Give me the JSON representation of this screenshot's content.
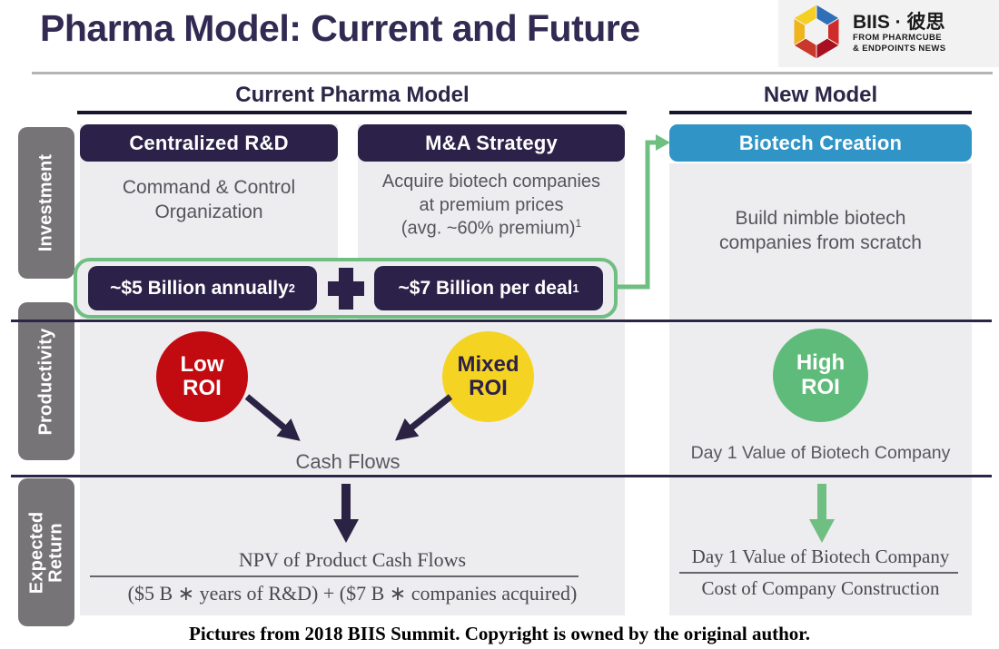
{
  "page": {
    "title": "Pharma Model: Current and Future",
    "caption": "Pictures from 2018 BIIS Summit. Copyright is owned by the original author."
  },
  "logo": {
    "name": "BIIS · 彼思",
    "subline1": "FROM PHARMCUBE",
    "subline2": "& ENDPOINTS NEWS"
  },
  "sections": {
    "current": "Current Pharma Model",
    "new": "New Model"
  },
  "side_labels": {
    "investment": "Investment",
    "productivity": "Productivity",
    "expected_return": "Expected\nReturn"
  },
  "investment": {
    "centralized_header": "Centralized R&D",
    "centralized_body": "Command & Control\nOrganization",
    "ma_header": "M&A Strategy",
    "ma_body": "Acquire biotech companies\nat premium prices\n(avg. ~60% premium)",
    "ma_body_sup": "1",
    "biotech_header": "Biotech Creation",
    "biotech_body": "Build nimble biotech\ncompanies from scratch",
    "pill_annual": "~$5 Billion annually",
    "pill_annual_sup": "2",
    "pill_deal": "~$7 Billion per deal",
    "pill_deal_sup": "1"
  },
  "productivity": {
    "low_roi": "Low\nROI",
    "mixed_roi": "Mixed\nROI",
    "high_roi": "High\nROI",
    "cash_flows": "Cash Flows",
    "day1_value": "Day 1 Value of Biotech Company"
  },
  "expected_return": {
    "npv_numerator": "NPV of Product Cash Flows",
    "npv_denominator": "($5 B ∗ years of R&D) + ($7 B ∗ companies acquired)",
    "day1_numerator": "Day 1 Value of Biotech Company",
    "day1_denominator": "Cost of Company Construction"
  },
  "colors": {
    "dark_purple": "#2c2148",
    "header_blue": "#3095c6",
    "arrow_green": "#70bf82",
    "roi_red": "#c20a11",
    "roi_yellow": "#f5d322",
    "roi_green": "#5fbb7a",
    "sidebar_gray": "#767477",
    "panel_gray": "#edecef"
  }
}
